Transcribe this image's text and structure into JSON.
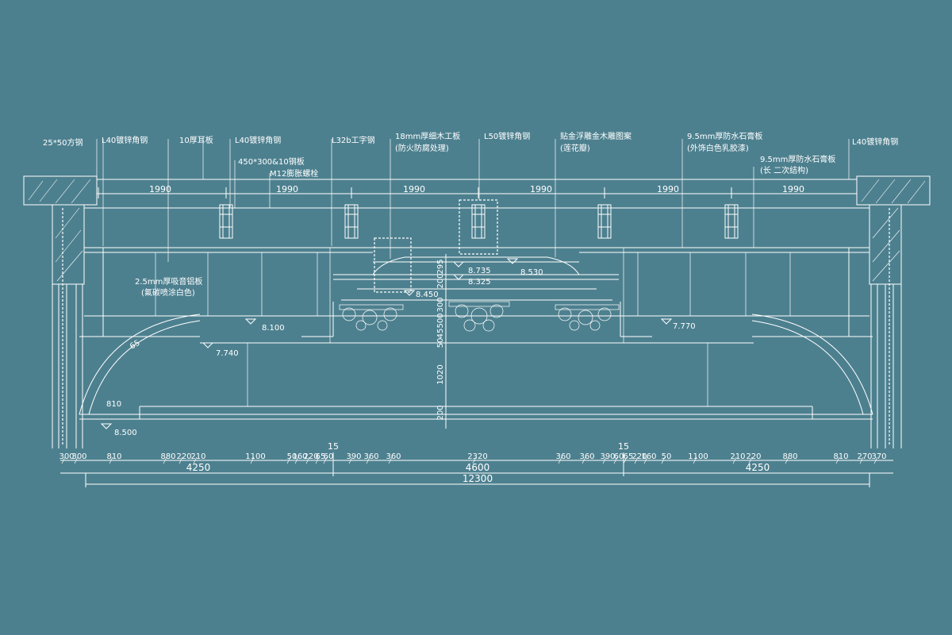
{
  "labels": {
    "top": [
      "25*50方钢",
      "L40镀锌角钢",
      "10厚耳板",
      "L40镀锌角钢",
      "450*300&10钢板",
      "M12膨胀螺栓",
      "L32b工字钢",
      "18mm厚细木工板",
      "(防火防腐处理)",
      "L50镀锌角钢",
      "贴金浮雕金木雕图案",
      "(莲花瓣)",
      "9.5mm厚防水石膏板",
      "(外饰白色乳胶漆)",
      "9.5mm厚防水石膏板",
      "(长 二次结构)",
      "L40镀锌角钢"
    ],
    "side_note": [
      "2.5mm厚吸音铝板",
      "(氟碳喷涂白色)"
    ]
  },
  "dims_top": [
    "1990",
    "1990",
    "1990",
    "1990",
    "1990",
    "1990"
  ],
  "elevations": [
    "8.735",
    "8.530",
    "8.325",
    "8.450",
    "8.100",
    "7.740",
    "7.770",
    "8.500"
  ],
  "vertical_dims": [
    "295",
    "200",
    "300",
    "500",
    "50",
    "45",
    "1020",
    "200"
  ],
  "arc_dims": [
    "810",
    "65"
  ],
  "dims_bottom_row1": [
    "300",
    "300",
    "810",
    "880",
    "220",
    "210",
    "1100",
    "50",
    "160",
    "220",
    "65",
    "60",
    "390",
    "360",
    "360",
    "2320",
    "360",
    "360",
    "390",
    "60",
    "65",
    "220",
    "160",
    "50",
    "1100",
    "210",
    "220",
    "880",
    "810",
    "270",
    "370"
  ],
  "section_marks": [
    "15",
    "15"
  ],
  "dims_bottom_row2": [
    "4250",
    "4600",
    "4250"
  ],
  "dims_bottom_total": "12300"
}
